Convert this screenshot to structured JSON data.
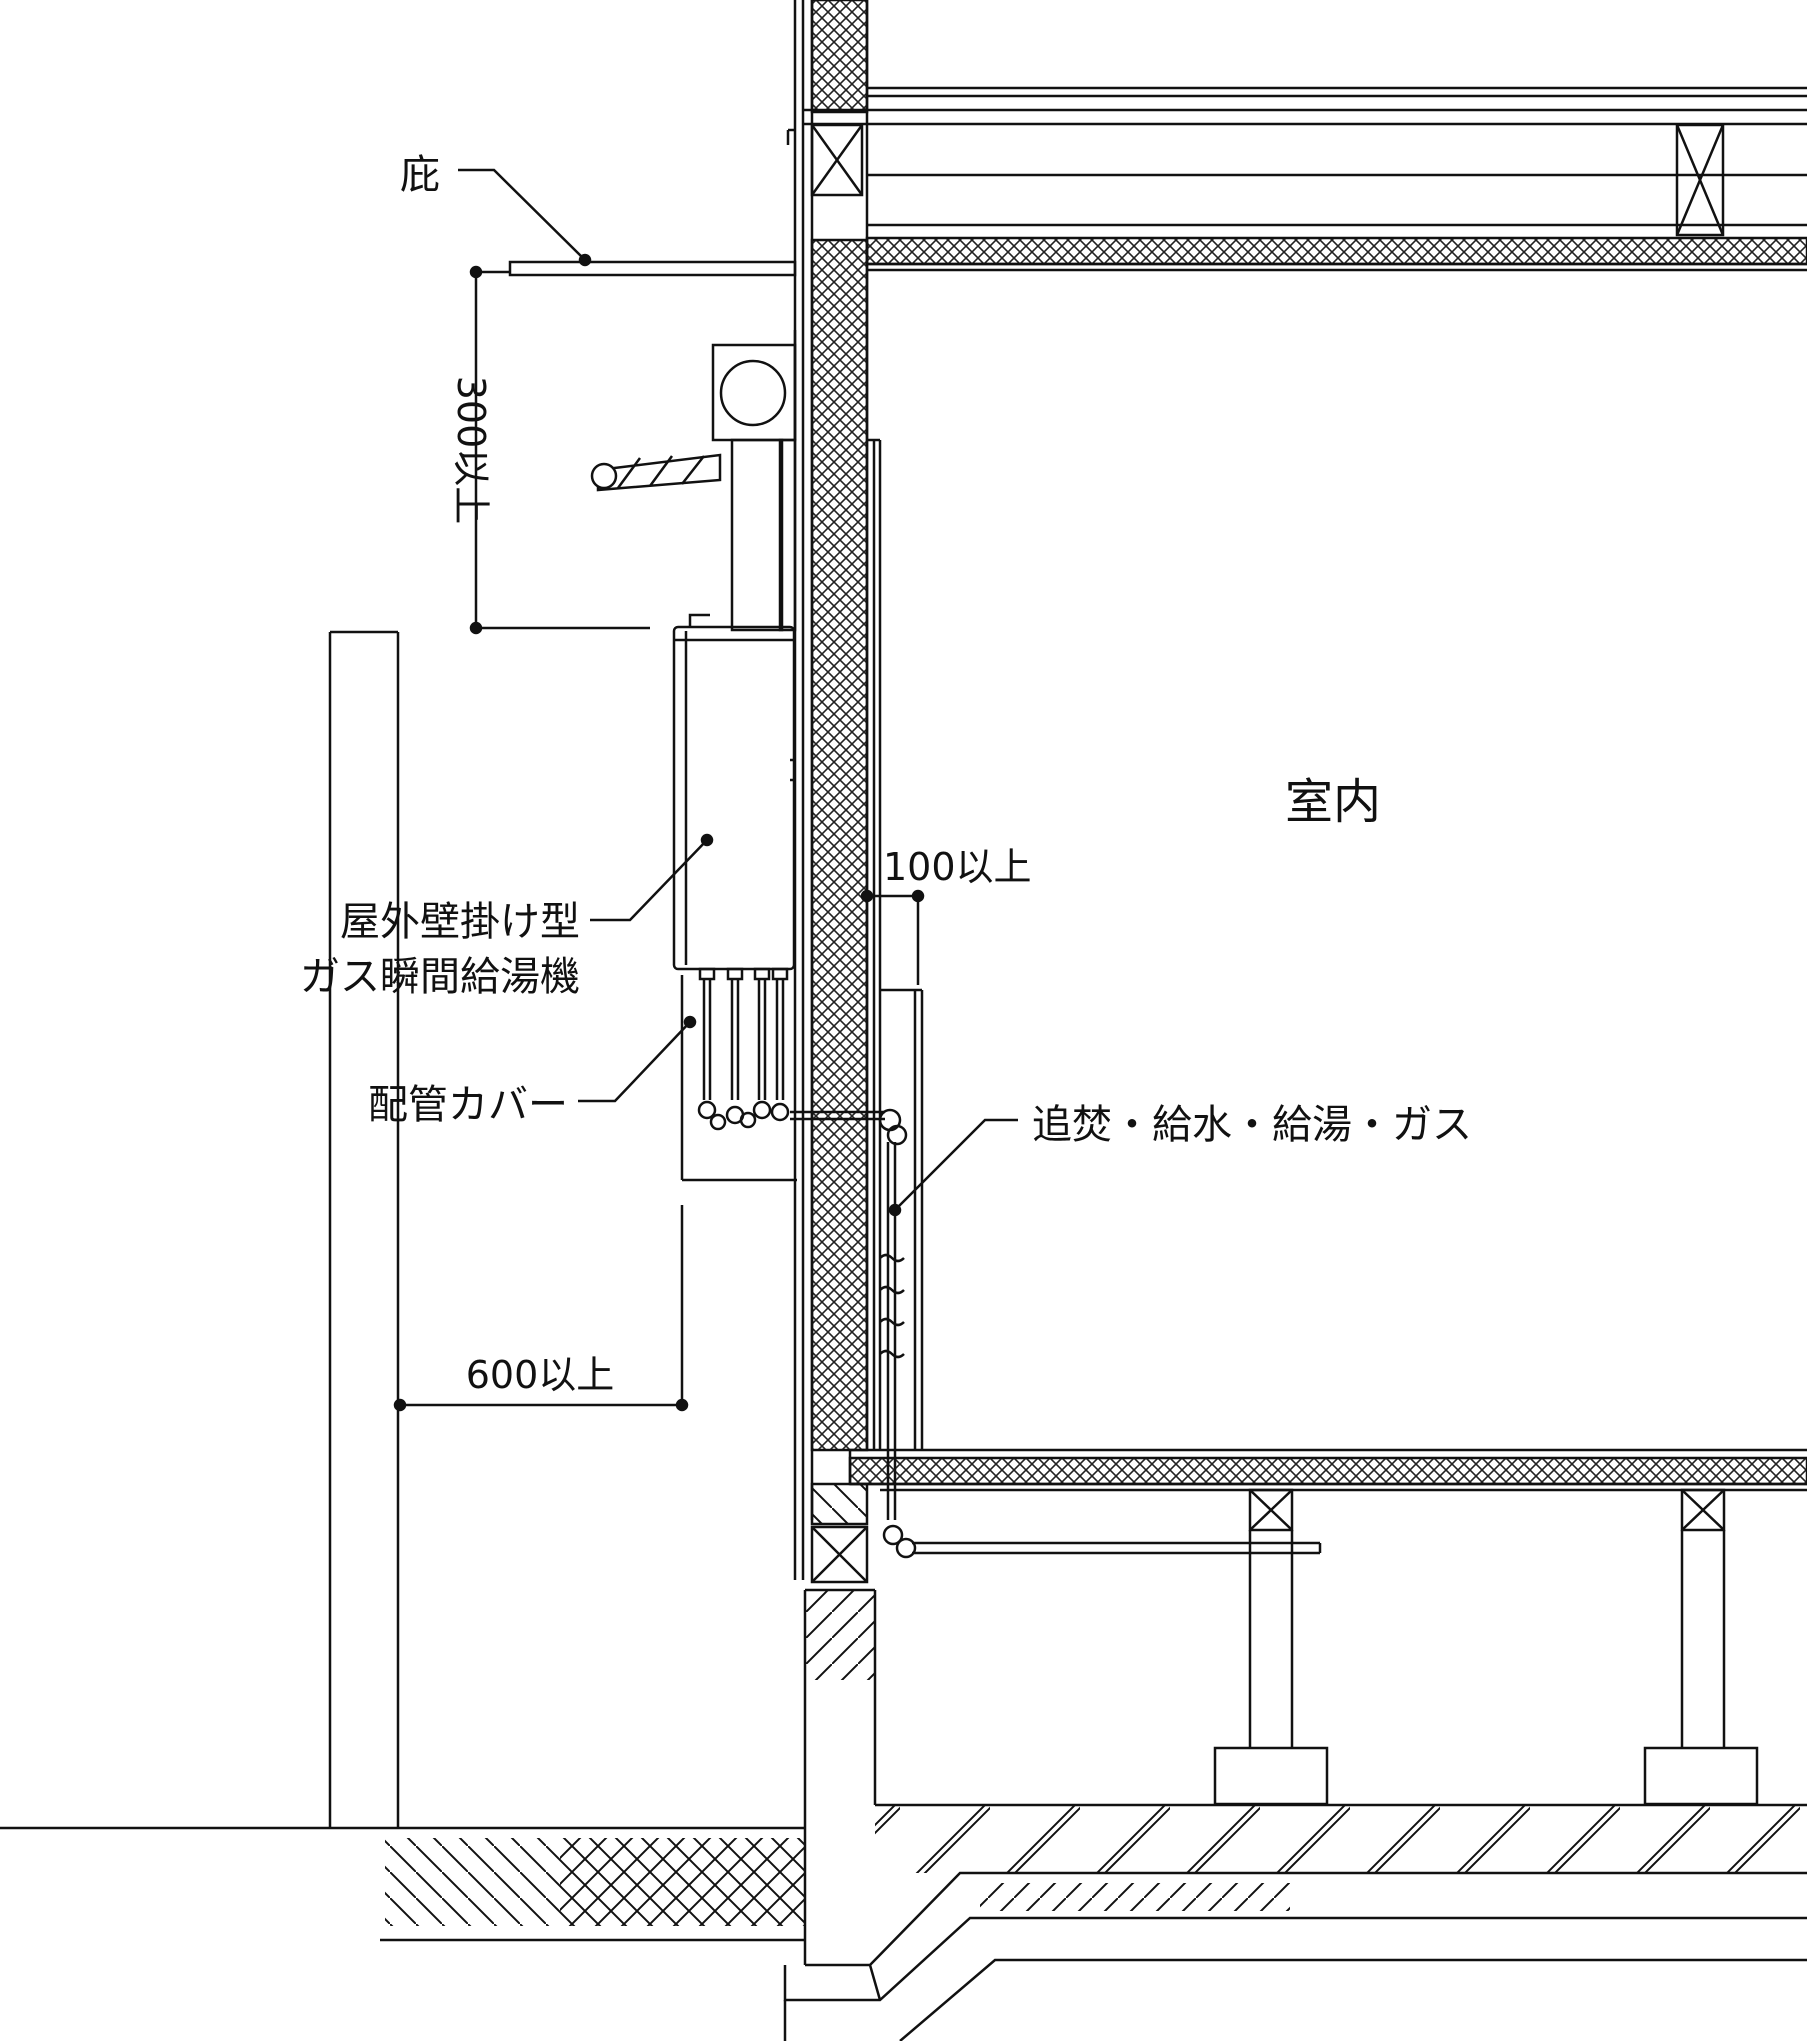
{
  "labels": {
    "eave": "庇",
    "indoor": "室内",
    "heater_line1": "屋外壁掛け型",
    "heater_line2": "ガス瞬間給湯機",
    "pipe_cover": "配管カバー",
    "pipes": "追焚・給水・給湯・ガス",
    "dim_eave_clearance": "300以上",
    "dim_wall_gap": "100以上",
    "dim_front_clearance": "600以上"
  },
  "colors": {
    "line": "#111111",
    "insulation_hatch": "#222222",
    "background": "#ffffff"
  }
}
